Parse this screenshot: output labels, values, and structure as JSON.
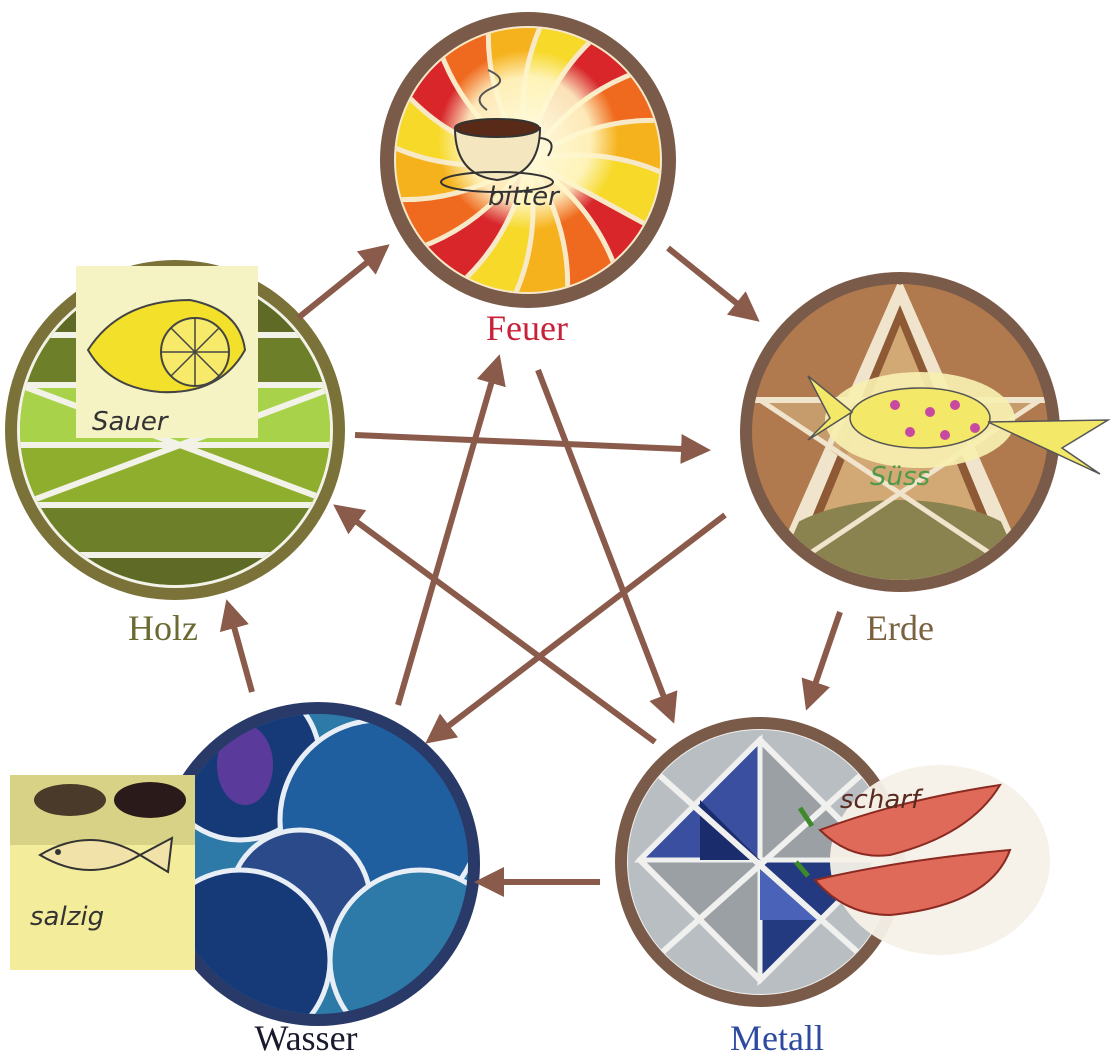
{
  "elements": {
    "feuer": {
      "label": "Feuer",
      "taste": "bitter",
      "label_color": "#c8223a"
    },
    "erde": {
      "label": "Erde",
      "taste": "Süss",
      "label_color": "#7a6240"
    },
    "metall": {
      "label": "Metall",
      "taste": "scharf",
      "label_color": "#2c4aa0"
    },
    "wasser": {
      "label": "Wasser",
      "taste": "salzig",
      "label_color": "#1a1a2e"
    },
    "holz": {
      "label": "Holz",
      "taste": "Sauer",
      "label_color": "#6b6a30"
    }
  },
  "cycles": {
    "generating": [
      [
        "holz",
        "feuer"
      ],
      [
        "feuer",
        "erde"
      ],
      [
        "erde",
        "metall"
      ],
      [
        "metall",
        "wasser"
      ],
      [
        "wasser",
        "holz"
      ]
    ],
    "controlling": [
      [
        "holz",
        "erde"
      ],
      [
        "erde",
        "wasser"
      ],
      [
        "wasser",
        "feuer"
      ],
      [
        "feuer",
        "metall"
      ],
      [
        "metall",
        "holz"
      ]
    ]
  },
  "colors": {
    "arrow": "#8a5a4a",
    "rim": "#7a5a48",
    "feuer": [
      "#d8262b",
      "#ef6a1e",
      "#f6b21c",
      "#f7d92a"
    ],
    "erde": [
      "#8e5a36",
      "#b07a4e",
      "#c9a070",
      "#8a8350"
    ],
    "metall": [
      "#9aa0a4",
      "#c3c8cb",
      "#3a4fa0",
      "#233a80"
    ],
    "wasser": [
      "#163a78",
      "#1f5fa0",
      "#2d7aa8",
      "#5a3a9a"
    ],
    "holz": [
      "#6e7f2a",
      "#8fae2e",
      "#a8d24a",
      "#5e6a26"
    ]
  }
}
